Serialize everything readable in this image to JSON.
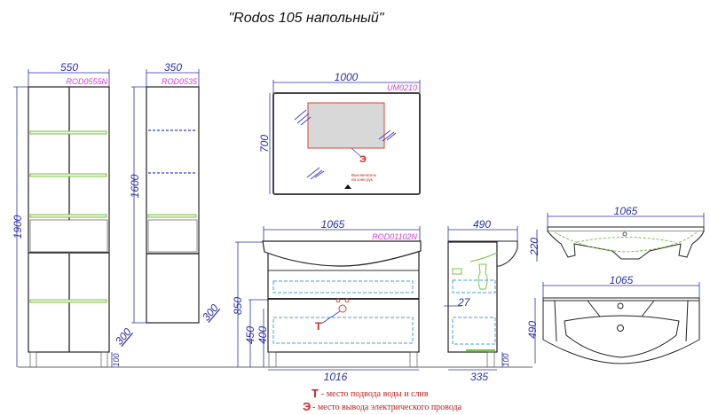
{
  "title": "\"Rodos 105 напольный\"",
  "tall_cabinet": {
    "code": "ROD0555N",
    "width": "550",
    "height": "1900",
    "depth": "300",
    "legs": "100"
  },
  "half_cabinet": {
    "code": "ROD0535",
    "width": "350",
    "height": "1600",
    "depth": "300"
  },
  "mirror": {
    "code": "UM0210",
    "width": "1000",
    "height": "700",
    "electric_mark": "Э",
    "switch_note_1": "Выключатель",
    "switch_note_2": "на зоне рук"
  },
  "vanity": {
    "code": "ROD01102N",
    "top_width": "1065",
    "body_width": "1016",
    "height": "850",
    "h450": "450",
    "h400": "400",
    "water_mark": "Т"
  },
  "vanity_side": {
    "depth": "490",
    "body_depth": "335",
    "offset": "27",
    "legs": "100"
  },
  "basin": {
    "side_width": "1065",
    "side_height": "220",
    "top_width": "1065",
    "top_depth": "490"
  },
  "legend": [
    {
      "mark": "Т",
      "text": "- место подвода воды и слив"
    },
    {
      "mark": "Э",
      "text": "- место вывода электрического провода"
    }
  ],
  "colors": {
    "dimension": "#2b2fa8",
    "code": "#d43fd4",
    "marker": "#e02020",
    "shelf": "#7cc242"
  }
}
